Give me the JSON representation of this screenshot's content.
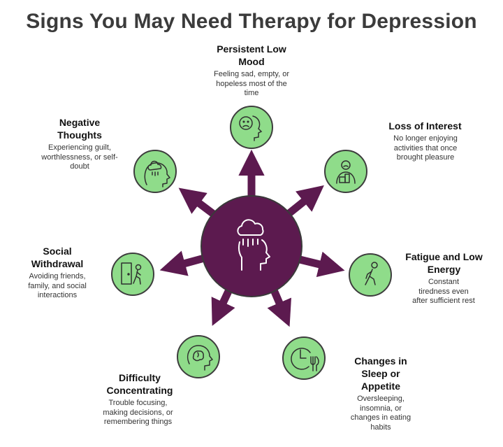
{
  "title": "Signs You May Need Therapy for Depression",
  "colors": {
    "hub": "#5c1a4f",
    "node_fill": "#8fdc8a",
    "node_stroke": "#3d3d3d",
    "icon": "#2f2f2f"
  },
  "nodes": [
    {
      "id": "persistent-low-mood",
      "heading": "Persistent Low Mood",
      "description": "Feeling sad, empty, or hopeless most of the time",
      "icon": "sad-face-head-icon"
    },
    {
      "id": "loss-of-interest",
      "heading": "Loss of Interest",
      "description": "No longer enjoying activities that once brought pleasure",
      "icon": "bored-person-icon"
    },
    {
      "id": "fatigue",
      "heading": "Fatigue and Low Energy",
      "description": "Constant tiredness even after sufficient rest",
      "icon": "tired-walker-icon"
    },
    {
      "id": "sleep-appetite",
      "heading": "Changes in Sleep or Appetite",
      "description": "Oversleeping, insomnia, or changes in eating habits",
      "icon": "clock-fork-icon"
    },
    {
      "id": "concentrating",
      "heading": "Difficulty Concentrating",
      "description": "Trouble focusing, making decisions, or remembering things",
      "icon": "brain-head-icon"
    },
    {
      "id": "social-withdrawal",
      "heading": "Social Withdrawal",
      "description": "Avoiding friends, family, and social interactions",
      "icon": "exit-door-icon"
    },
    {
      "id": "negative-thoughts",
      "heading": "Negative Thoughts",
      "description": "Experiencing guilt, worthlessness, or self-doubt",
      "icon": "rain-cloud-head-icon"
    }
  ],
  "hub_icon": "rain-cloud-head-icon"
}
